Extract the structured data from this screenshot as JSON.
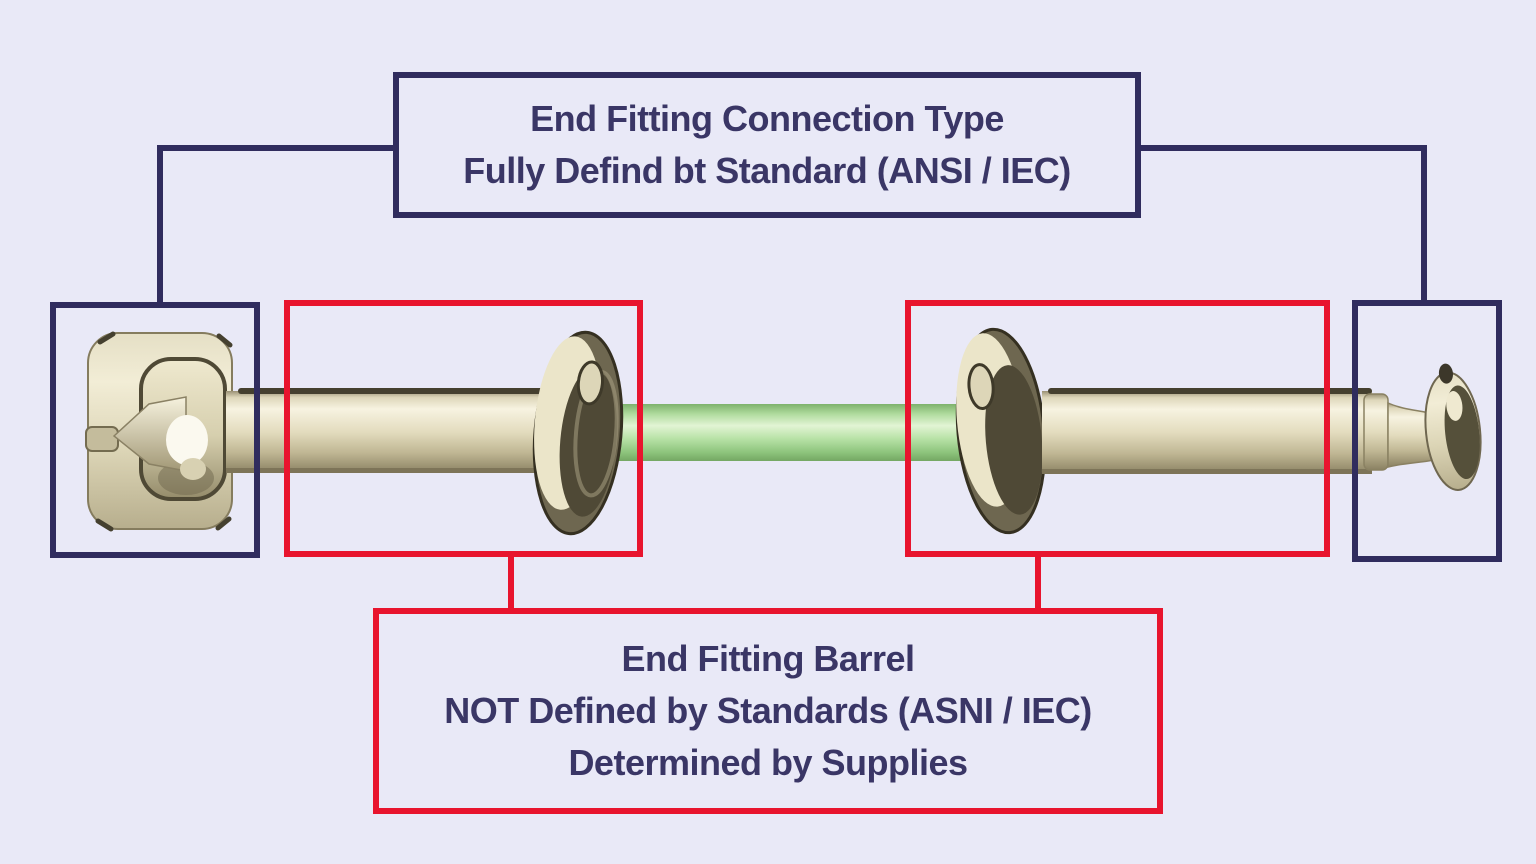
{
  "colors": {
    "background": "#e9e9f7",
    "navy": "#302c5e",
    "red": "#e8142e",
    "text": "#3a3666",
    "cable_green": "#b7e1a7",
    "metal_light": "#f5f1de",
    "metal_mid": "#d9d2b4",
    "metal_dark": "#6e6750"
  },
  "annotations": {
    "top_box": {
      "lines": [
        "End Fitting Connection Type",
        "Fully Defind bt Standard (ANSI / IEC)"
      ]
    },
    "bottom_box": {
      "lines": [
        "End Fitting Barrel",
        "NOT Defined by Standards (ASNI / IEC)",
        "Determined by Supplies"
      ]
    },
    "regions": [
      {
        "id": "left-end-fitting",
        "outline": "navy",
        "linked_label": "top_box"
      },
      {
        "id": "left-barrel",
        "outline": "red",
        "linked_label": "bottom_box"
      },
      {
        "id": "right-barrel",
        "outline": "red",
        "linked_label": "bottom_box"
      },
      {
        "id": "right-end-fitting",
        "outline": "navy",
        "linked_label": "top_box"
      }
    ]
  },
  "illustration": {
    "parts": [
      "left-connector-head",
      "left-barrel-tube",
      "left-flange",
      "green-cable",
      "right-flange",
      "right-barrel-tube",
      "right-end-tip"
    ]
  }
}
